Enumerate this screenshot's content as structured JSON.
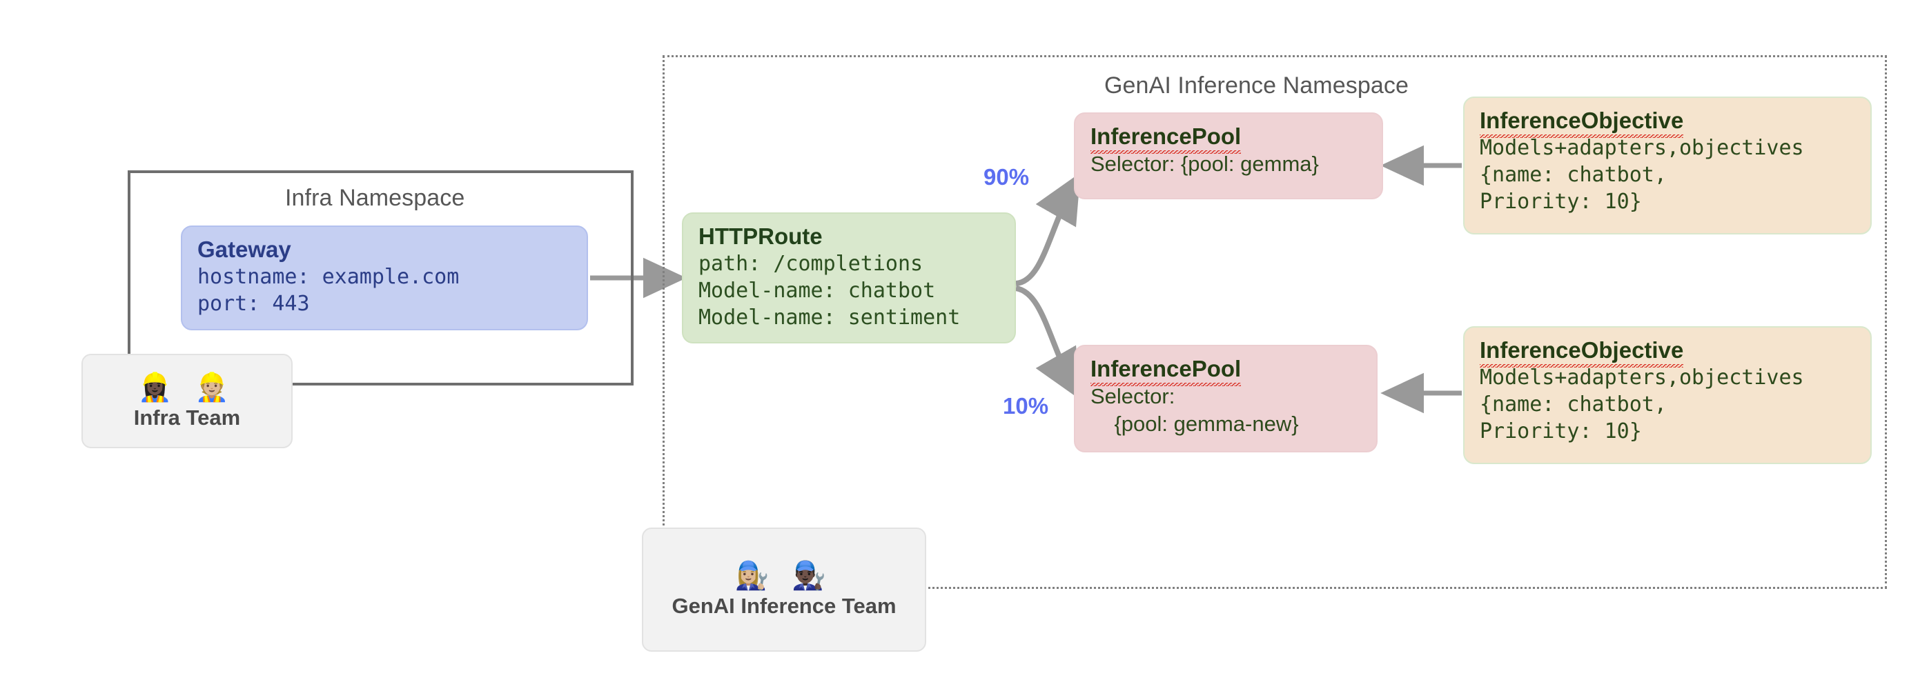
{
  "diagram": {
    "namespaces": [
      {
        "id": "infra",
        "title": "Infra Namespace",
        "style": "solid"
      },
      {
        "id": "genai",
        "title": "GenAI Inference Namespace",
        "style": "dotted"
      }
    ],
    "gateway": {
      "title": "Gateway",
      "lines": [
        "hostname: example.com",
        "port: 443"
      ]
    },
    "httproute": {
      "title": "HTTPRoute",
      "lines": [
        "path: /completions",
        "Model-name: chatbot",
        "Model-name: sentiment"
      ]
    },
    "pools": [
      {
        "title": "InferencePool",
        "lines": [
          "Selector: {pool: gemma}"
        ]
      },
      {
        "title": "InferencePool",
        "lines": [
          "Selector:",
          "    {pool: gemma-new}"
        ]
      }
    ],
    "objectives": [
      {
        "title": "InferenceObjective",
        "lines": [
          "Models+adapters,objectives",
          "{name: chatbot,",
          "Priority: 10}"
        ]
      },
      {
        "title": "InferenceObjective",
        "lines": [
          "Models+adapters,objectives",
          "{name: chatbot,",
          "Priority: 10}"
        ]
      }
    ],
    "traffic_splits": [
      {
        "label": "90%",
        "target": "InferencePool gemma"
      },
      {
        "label": "10%",
        "target": "InferencePool gemma-new"
      }
    ],
    "teams": [
      {
        "id": "infra-team",
        "label": "Infra Team",
        "emojis": "👷🏿‍♀️ 👷🏼"
      },
      {
        "id": "genai-team",
        "label": "GenAI Inference Team",
        "emojis": "👩🏼‍🔧 👨🏿‍🔧"
      }
    ],
    "colors": {
      "gateway_fill": "#c5cff2",
      "gateway_text": "#2b3d87",
      "httproute_fill": "#d9e8cd",
      "httproute_text": "#2c4f20",
      "pool_fill": "#efd3d5",
      "objective_fill": "#f5e4ce",
      "objective_border": "#d9e8cd",
      "arrow": "#999999",
      "percent_text": "#5b6ef0",
      "namespace_border": "#808080",
      "team_fill": "#f2f2f2"
    }
  }
}
